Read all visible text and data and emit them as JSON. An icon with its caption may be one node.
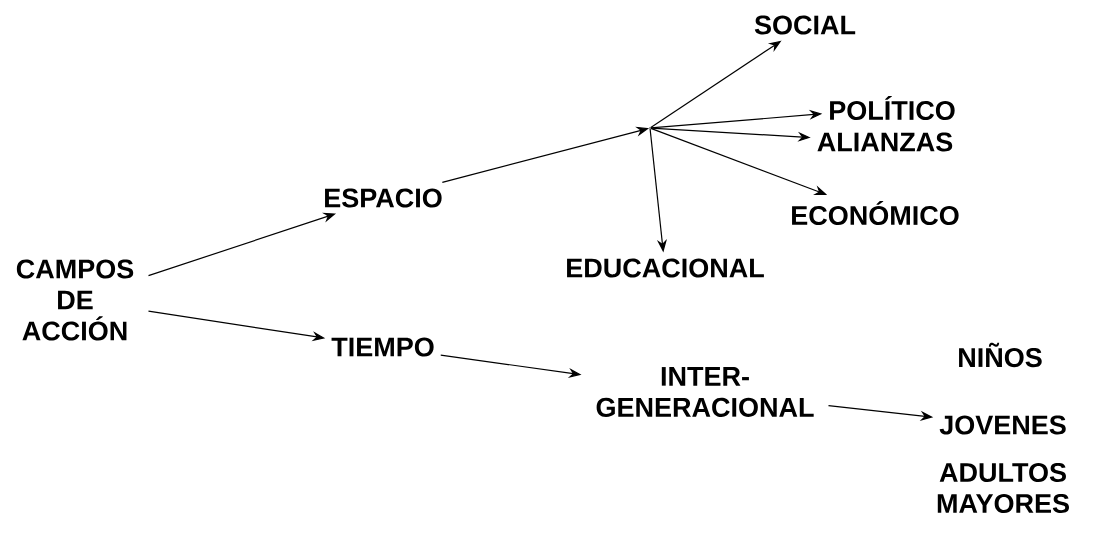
{
  "diagram": {
    "nodes": [
      {
        "text": [
          "CAMPOS DE ACCIÓN"
        ]
      },
      {
        "text": [
          "ESPACIO"
        ]
      },
      {
        "text": [
          "TIEMPO"
        ]
      },
      {
        "text": [],
        "shape": "point"
      },
      {
        "text": [
          "SOCIAL"
        ]
      },
      {
        "text": [
          "POLÍTICO"
        ]
      },
      {
        "text": [
          "ALIANZAS"
        ]
      },
      {
        "text": [
          "ECONÓMICO"
        ]
      },
      {
        "text": [
          "EDUCACIONAL"
        ]
      },
      {
        "text": [
          "INTER- GENERACIONAL"
        ]
      },
      {
        "text": [
          "NIÑOS"
        ]
      },
      {
        "text": [
          "JOVENES"
        ]
      },
      {
        "text": [
          "ADULTOS MAYORES"
        ]
      }
    ],
    "edges": [
      {
        "from": 0,
        "to": 1,
        "arrow": "to"
      },
      {
        "from": 0,
        "to": 2,
        "arrow": "to"
      },
      {
        "from": 1,
        "to": 3,
        "arrow": "to"
      },
      {
        "from": 3,
        "to": 4,
        "arrow": "to"
      },
      {
        "from": 3,
        "to": 5,
        "arrow": "to"
      },
      {
        "from": 3,
        "to": 6,
        "arrow": "to"
      },
      {
        "from": 3,
        "to": 7,
        "arrow": "to"
      },
      {
        "from": 3,
        "to": 8,
        "arrow": "to"
      },
      {
        "from": 2,
        "to": 9,
        "arrow": "to"
      },
      {
        "from": 9,
        "to": 11,
        "arrow": "to"
      }
    ]
  }
}
